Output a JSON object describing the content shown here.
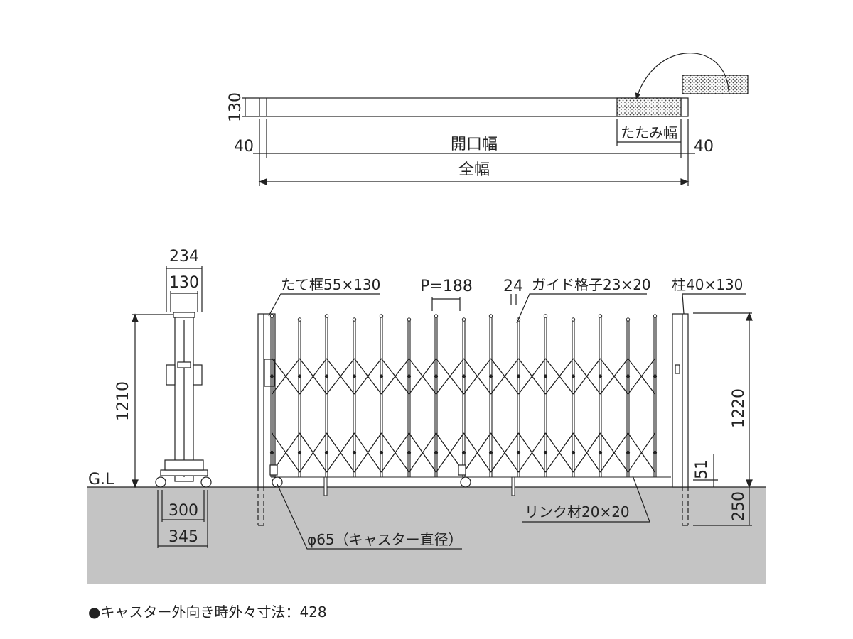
{
  "top_view": {
    "depth": "130",
    "left_post": "40",
    "right_post": "40",
    "opening_width": "開口幅",
    "folded_width": "たたみ幅",
    "total_width": "全幅"
  },
  "side_view": {
    "top_width": "234",
    "frame_depth": "130",
    "height": "1210",
    "gl": "G.L",
    "base_300": "300",
    "base_345": "345"
  },
  "front_view": {
    "frame_label": "たて框55×130",
    "pitch": "P=188",
    "guide_gap": "24",
    "guide_label": "ガイド格子23×20",
    "post_label": "柱40×130",
    "height": "1220",
    "clearance": "51",
    "embed": "250",
    "link_label": "リンク材20×20",
    "caster_label": "φ65（キャスター直径）"
  },
  "footnote": "●キャスター外向き時外々寸法：428"
}
